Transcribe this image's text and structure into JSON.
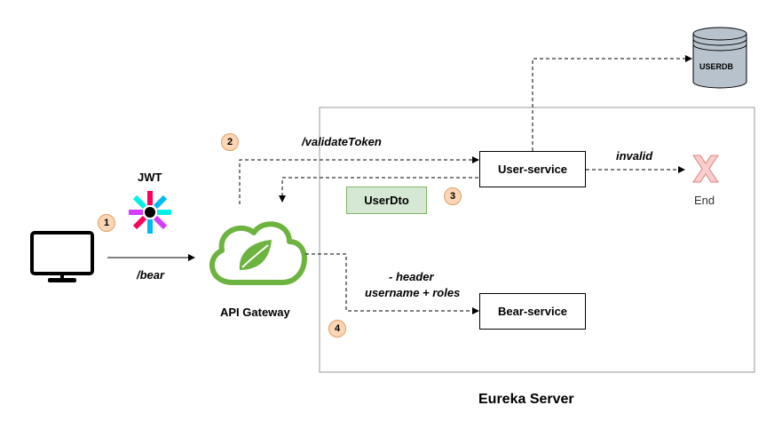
{
  "labels": {
    "jwt": "JWT",
    "bear_path": "/bear",
    "api_gateway": "API Gateway",
    "validate_token": "/validateToken",
    "user_service": "User-service",
    "user_dto": "UserDto",
    "invalid": "invalid",
    "end": "End",
    "header": "- header",
    "username_roles": "username + roles",
    "bear_service": "Bear-service",
    "eureka_server": "Eureka Server",
    "userdb": "USERDB"
  },
  "steps": [
    "1",
    "2",
    "3",
    "4"
  ],
  "colors": {
    "spring_green": "#6db33f",
    "step_fill": "#fbd5b5",
    "dto_fill": "#d5e8d4",
    "db_fill": "#b8c2cc",
    "end_x": "#f19c99"
  },
  "icons": [
    "monitor-icon",
    "jwt-logo-icon",
    "spring-cloud-icon",
    "database-icon",
    "end-x-icon"
  ]
}
